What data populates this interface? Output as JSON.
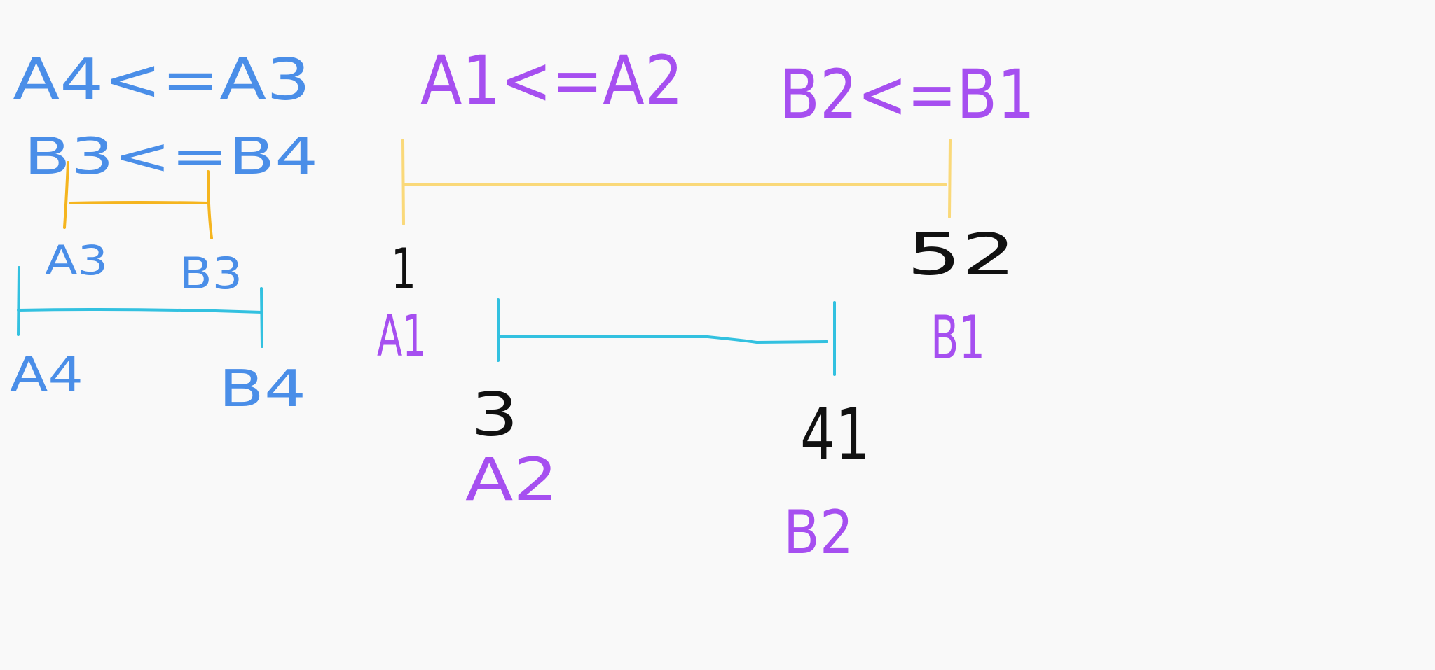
{
  "colors": {
    "background": "#f9f9f9",
    "blue": "#4a8ee8",
    "purple": "#a64ff0",
    "orange": "#f5b51f",
    "yellow": "#fad97a",
    "cyan": "#33c1e0",
    "black": "#111111"
  },
  "left": {
    "cond1": "A4<=A3",
    "cond2": "B3<=B4",
    "a3": "A3",
    "b3": "B3",
    "a4": "A4",
    "b4": "B4"
  },
  "right": {
    "cond1": "A1<=A2",
    "cond2": "B2<=B1",
    "n_a1": "1",
    "n_b1": "52",
    "a1": "A1",
    "b1": "B1",
    "n_a2": "3",
    "n_b2": "41",
    "a2": "A2",
    "b2": "B2"
  }
}
